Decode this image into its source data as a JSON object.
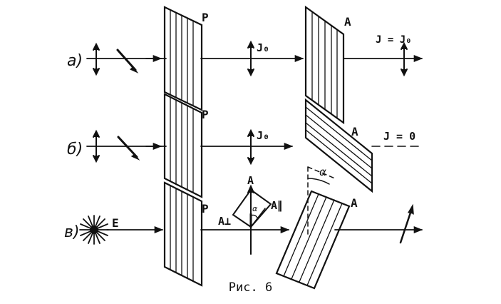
{
  "rows": {
    "a": {
      "label": "а)",
      "polarizer": "P",
      "analyzer": "A",
      "intensity_in": "J₀",
      "intensity_out": "J = J₀"
    },
    "b": {
      "label": "б)",
      "polarizer": "P",
      "analyzer": "A",
      "intensity_in": "J₀",
      "intensity_out": "J = 0"
    },
    "v": {
      "label": "в)",
      "source": "E",
      "polarizer": "P",
      "analyzer": "A",
      "vector_a": "A",
      "vector_perp": "A⊥",
      "vector_par": "A∥",
      "angle": "α",
      "angle_small": "α"
    }
  },
  "caption": "Рис. 6"
}
